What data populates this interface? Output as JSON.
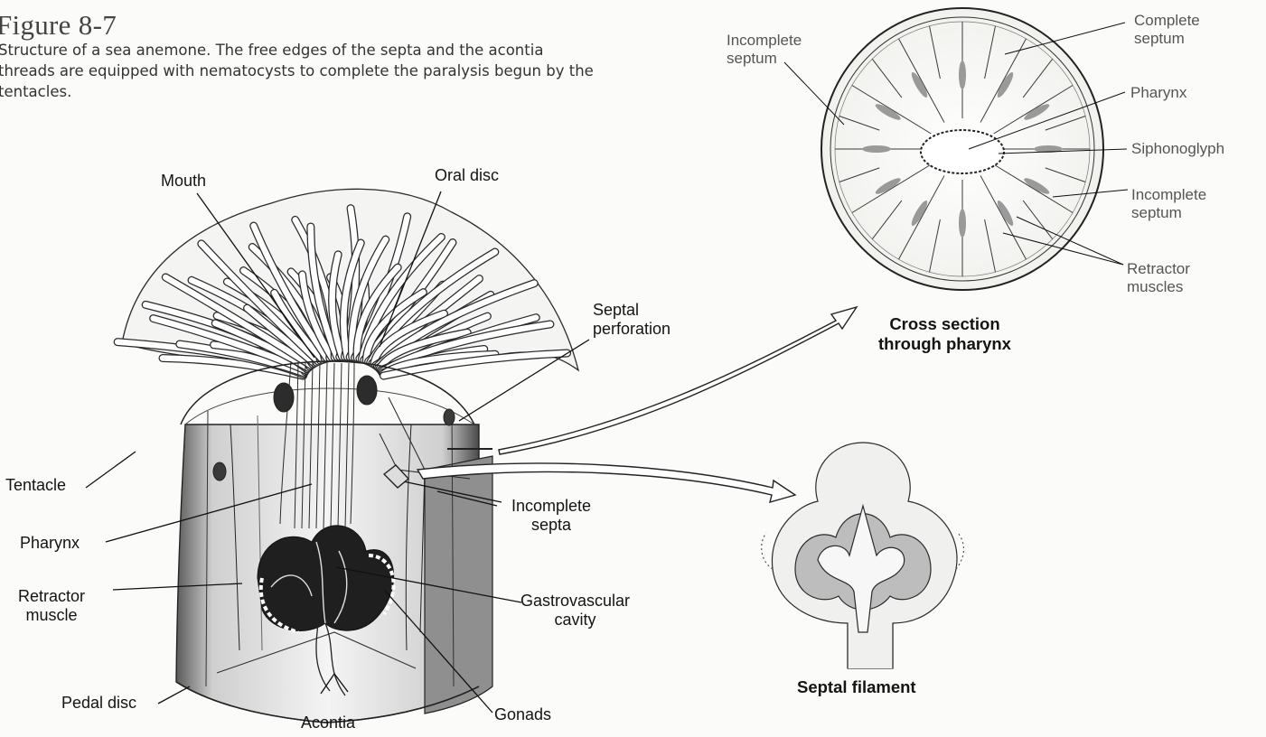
{
  "figure": {
    "title": "Figure 8-7",
    "caption": "Structure of a sea anemone. The free edges of the septa and the acontia threads are equipped with nematocysts to complete the paralysis begun by the tentacles."
  },
  "anemone_labels": {
    "mouth": "Mouth",
    "oral_disc": "Oral disc",
    "septal_perforation": "Septal\nperforation",
    "tentacle": "Tentacle",
    "pharynx": "Pharynx",
    "incomplete_septa": "Incomplete\nsepta",
    "retractor_muscle": "Retractor\nmuscle",
    "gastrovascular_cavity": "Gastrovascular\ncavity",
    "pedal_disc": "Pedal disc",
    "gonads": "Gonads",
    "acontia": "Acontia"
  },
  "cross_section": {
    "caption": "Cross section\nthrough pharynx",
    "labels": {
      "incomplete_septum_left": "Incomplete\nseptum",
      "complete_septum": "Complete\nseptum",
      "pharynx": "Pharynx",
      "siphonoglyph": "Siphonoglyph",
      "incomplete_septum_right": "Incomplete\nseptum",
      "retractor_muscles": "Retractor\nmuscles"
    }
  },
  "septal_filament": {
    "caption": "Septal filament"
  }
}
